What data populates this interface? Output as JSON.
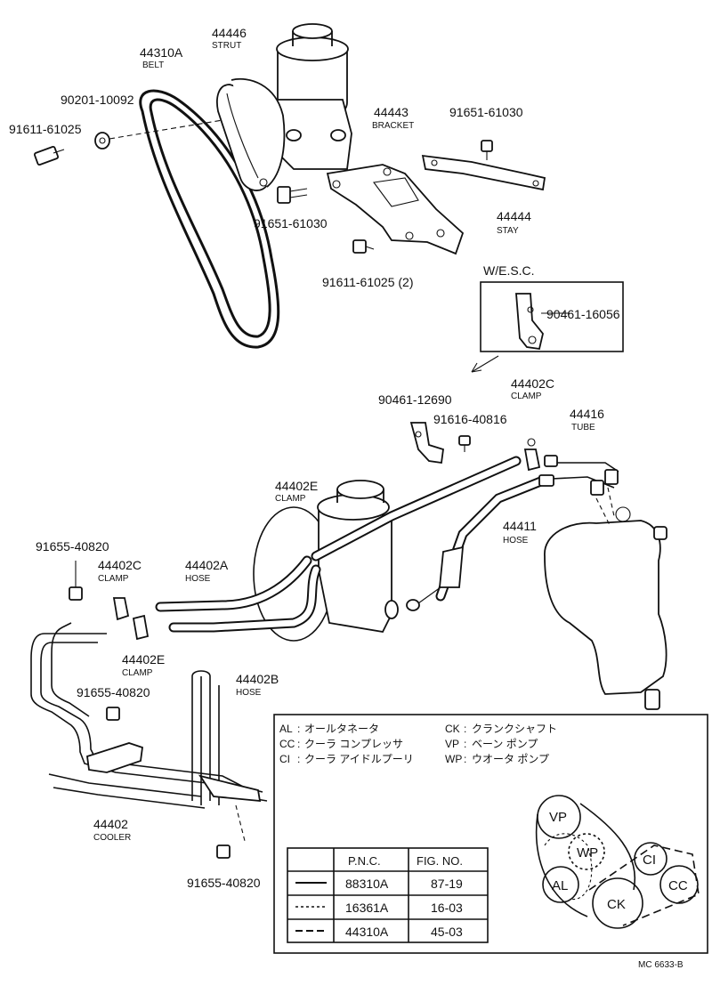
{
  "figure_code": "MC 6633-B",
  "parts": {
    "belt": {
      "number": "44310A",
      "name": "BELT"
    },
    "strut": {
      "number": "44446",
      "name": "STRUT"
    },
    "bolt_top_left": {
      "number": "91611-61025"
    },
    "nut_top": {
      "number": "90201-10092"
    },
    "bracket": {
      "number": "44443",
      "name": "BRACKET"
    },
    "bolt_stay": {
      "number": "91651-61030"
    },
    "bolt_strut": {
      "number": "91651-61030"
    },
    "stay": {
      "number": "44444",
      "name": "STAY"
    },
    "bolt_bracket": {
      "number": "91611-61025 (2)"
    },
    "wesc_label": "W/E.S.C.",
    "clamp_esc": {
      "number": "90461-16056"
    },
    "clamp_c_right": {
      "number": "44402C",
      "name": "CLAMP"
    },
    "clamp_90461": {
      "number": "90461-12690"
    },
    "bolt_91616": {
      "number": "91616-40816"
    },
    "tube": {
      "number": "44416",
      "name": "TUBE"
    },
    "clamp_e_top": {
      "number": "44402E",
      "name": "CLAMP"
    },
    "hose_44411": {
      "number": "44411",
      "name": "HOSE"
    },
    "bolt_91655_top": {
      "number": "91655-40820"
    },
    "clamp_c_left": {
      "number": "44402C",
      "name": "CLAMP"
    },
    "hose_a": {
      "number": "44402A",
      "name": "HOSE"
    },
    "clamp_e_low": {
      "number": "44402E",
      "name": "CLAMP"
    },
    "hose_b": {
      "number": "44402B",
      "name": "HOSE"
    },
    "bolt_91655_mid": {
      "number": "91655-40820"
    },
    "cooler": {
      "number": "44402",
      "name": "COOLER"
    },
    "bolt_91655_bottom": {
      "number": "91655-40820"
    }
  },
  "legend": {
    "items": [
      {
        "code": "AL",
        "text": "オールタネータ"
      },
      {
        "code": "CK",
        "text": "クランクシャフト"
      },
      {
        "code": "CC",
        "text": "クーラ コンプレッサ"
      },
      {
        "code": "VP",
        "text": "ベーン ポンプ"
      },
      {
        "code": "CI",
        "text": "クーラ アイドルプーリ"
      },
      {
        "code": "WP",
        "text": "ウオータ ポンプ"
      }
    ],
    "table": {
      "headers": [
        "",
        "P.N.C.",
        "FIG. NO."
      ],
      "rows": [
        {
          "line_style": "solid",
          "pnc": "88310A",
          "fig": "87-19"
        },
        {
          "line_style": "dotted",
          "pnc": "16361A",
          "fig": "16-03"
        },
        {
          "line_style": "dashed",
          "pnc": "44310A",
          "fig": "45-03"
        }
      ]
    },
    "pulleys": [
      "VP",
      "WP",
      "AL",
      "CK",
      "CI",
      "CC"
    ]
  }
}
